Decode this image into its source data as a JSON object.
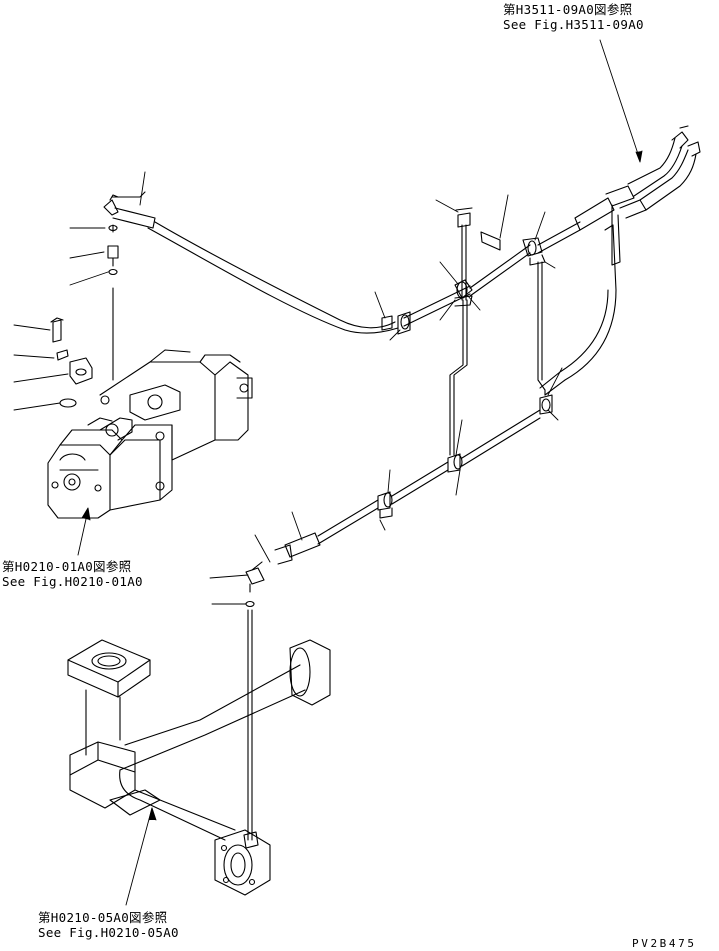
{
  "diagram": {
    "references": [
      {
        "jp": "第H3511-09A0図参照",
        "en": "See Fig.H3511-09A0"
      },
      {
        "jp": "第H0210-01A0図参照",
        "en": "See Fig.H0210-01A0"
      },
      {
        "jp": "第H0210-05A0図参照",
        "en": "See Fig.H0210-05A0"
      }
    ],
    "drawing_code": "PV2B475"
  }
}
